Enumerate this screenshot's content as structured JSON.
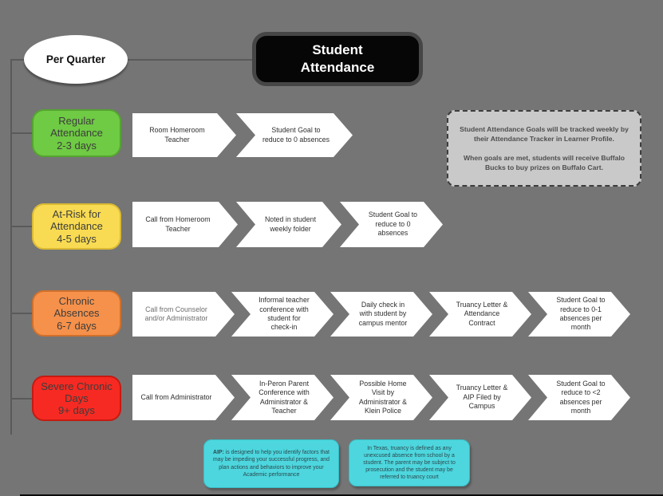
{
  "canvas": {
    "background": "#757575",
    "connector_color": "#5a5a5a"
  },
  "per_quarter_label": "Per Quarter",
  "title": "Student\nAttendance",
  "tracker_note": "Student Attendance Goals will be tracked weekly by their Attendance Tracker in Learner Profile.\n\nWhen goals are met, students will receive Buffalo Bucks to buy prizes on Buffalo Cart.",
  "rows": [
    {
      "name": "regular-attendance",
      "label": "Regular\nAttendance\n2-3 days",
      "color": "#6fca44",
      "border_color": "#54a430",
      "steps": [
        "Room Homeroom Teacher",
        "Student Goal to reduce to 0 absences"
      ]
    },
    {
      "name": "at-risk",
      "label": "At-Risk for\nAttendance\n4-5 days",
      "color": "#f8db52",
      "border_color": "#dbba33",
      "steps": [
        "Call from Homeroom Teacher",
        "Noted in student weekly folder",
        "Student Goal to reduce to 0 absences"
      ]
    },
    {
      "name": "chronic-absences",
      "label": "Chronic\nAbsences\n6-7 days",
      "color": "#f5914b",
      "border_color": "#d1702b",
      "steps": [
        "Call from Counselor and/or Administrator",
        "Informal teacher conference with student for check-in",
        "Daily check in with student by campus mentor",
        "Truancy Letter & Attendance Contract",
        "Student Goal to reduce to 0-1 absences per month"
      ]
    },
    {
      "name": "severe-chronic",
      "label": "Severe Chronic\nDays\n9+ days",
      "color": "#f62a22",
      "border_color": "#c61a12",
      "steps": [
        "Call from Administrator",
        "In-Peron Parent Conference with Administrator & Teacher",
        "Possible Home Visit by Administrator & Klein Police",
        "Truancy Letter & AIP Filed by Campus",
        "Student Goal to reduce to <2 absences per month"
      ]
    }
  ],
  "aip_note": {
    "bold": "AIP:",
    "text": "is designed to help you identify factors that may be impeding your successful progress, and plan actions and behaviors to improve your Academic performance"
  },
  "texas_note": "In Texas, truancy is defined as any unexcused absence from school by a student. The parent may be subject to prosecution and the student may be referred to truancy court"
}
